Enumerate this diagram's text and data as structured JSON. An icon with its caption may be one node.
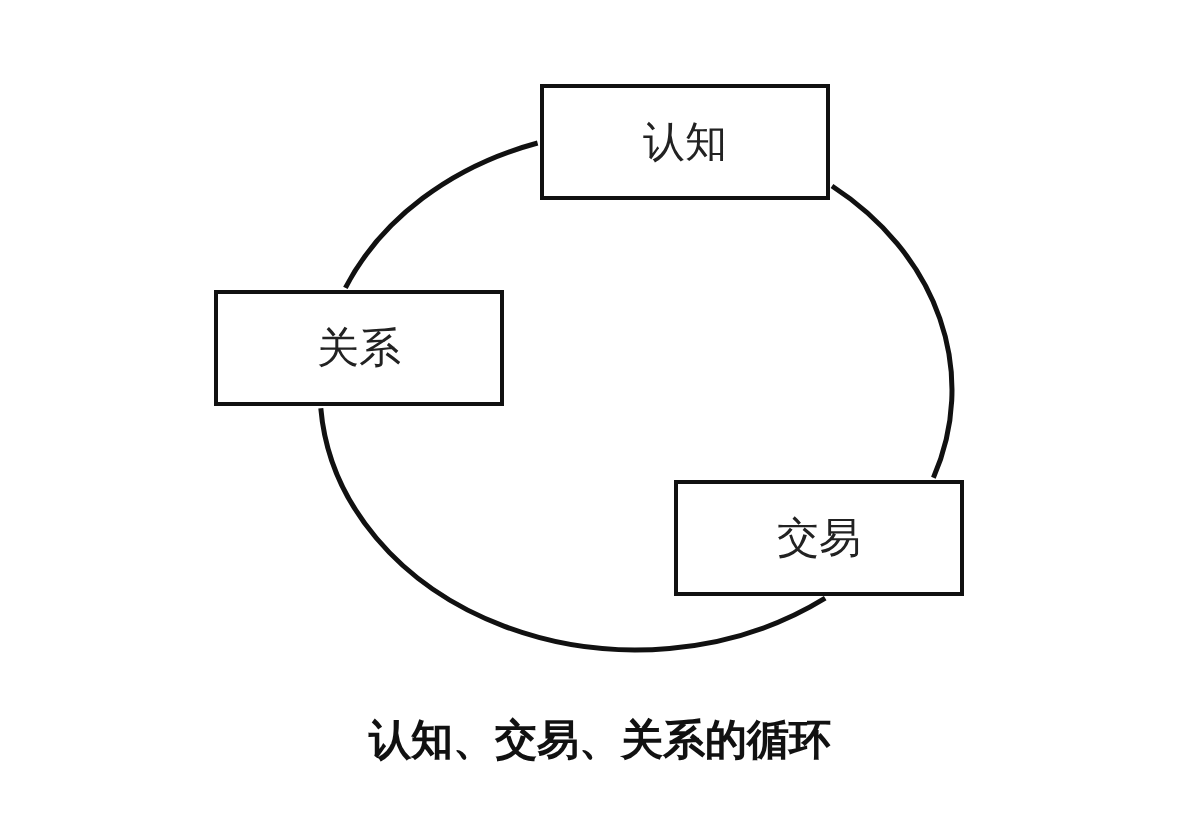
{
  "diagram": {
    "caption": "认知、交易、关系的循环",
    "nodes": [
      {
        "text": [
          "认知"
        ]
      },
      {
        "text": [
          "关系"
        ]
      },
      {
        "text": [
          "交易"
        ]
      }
    ],
    "edges": [
      {
        "from": 0,
        "to": 2,
        "arrow": "none"
      },
      {
        "from": 2,
        "to": 1,
        "arrow": "none"
      },
      {
        "from": 1,
        "to": 0,
        "arrow": "none"
      }
    ]
  }
}
